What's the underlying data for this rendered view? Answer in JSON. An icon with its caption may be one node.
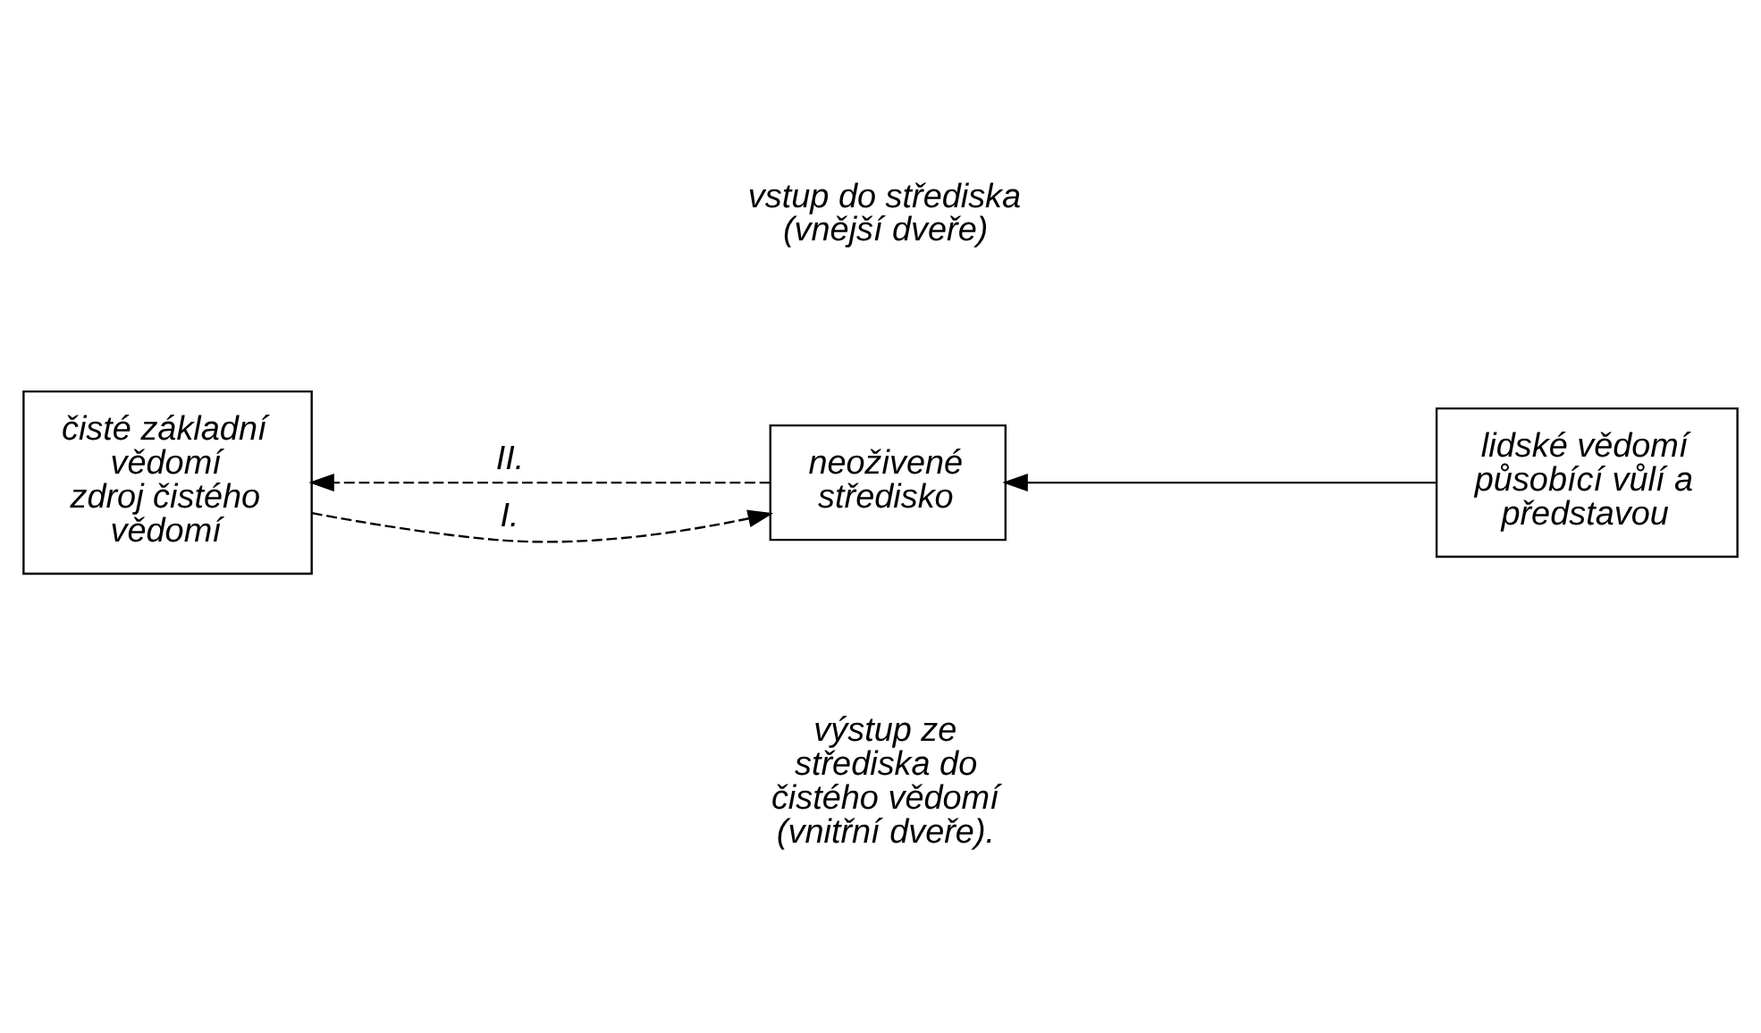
{
  "diagram": {
    "nodes": [
      {
        "text": [
          "čisté základní vědomí",
          "zdroj čistého vědomí"
        ]
      },
      {
        "text": [
          "neoživené středisko"
        ]
      },
      {
        "text": [
          "lidské vědomí působící vůlí a představou"
        ]
      }
    ],
    "edges": [
      {
        "from": 1,
        "to": 0,
        "arrow": "to",
        "style": "dashed",
        "label": "II."
      },
      {
        "from": 0,
        "to": 1,
        "arrow": "to",
        "style": "dashed",
        "label": "I."
      },
      {
        "from": 2,
        "to": 1,
        "arrow": "to"
      }
    ],
    "labels": [
      "vstup do střediska (vnější dveře)",
      "výstup ze střediska do čistého vědomí (vnitřní dveře)."
    ]
  }
}
